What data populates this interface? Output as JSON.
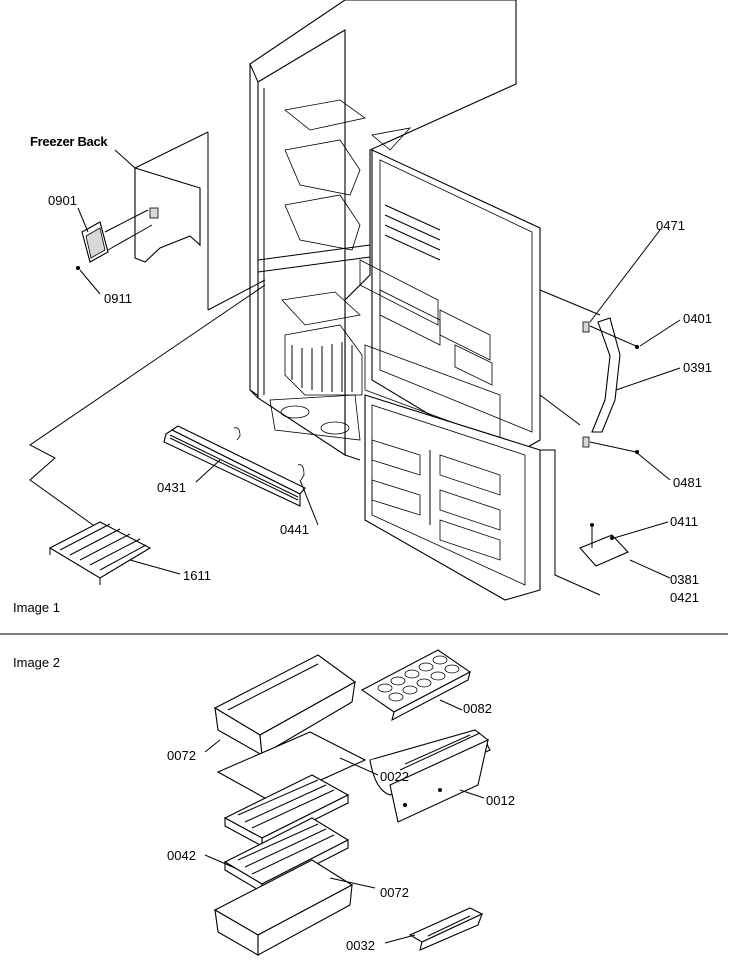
{
  "images": [
    {
      "caption": "Image 1",
      "callouts": {
        "freezer_back": "Freezer Back",
        "p0901": "0901",
        "p0911": "0911",
        "p0471": "0471",
        "p0401": "0401",
        "p0391": "0391",
        "p0481": "0481",
        "p0431": "0431",
        "p0441": "0441",
        "p1611": "1611",
        "p0411": "0411",
        "p0381": "0381",
        "p0421": "0421"
      }
    },
    {
      "caption": "Image 2",
      "callouts": {
        "p0072a": "0072",
        "p0022": "0022",
        "p0082": "0082",
        "p0012": "0012",
        "p0042": "0042",
        "p0072b": "0072",
        "p0032": "0032"
      }
    }
  ]
}
